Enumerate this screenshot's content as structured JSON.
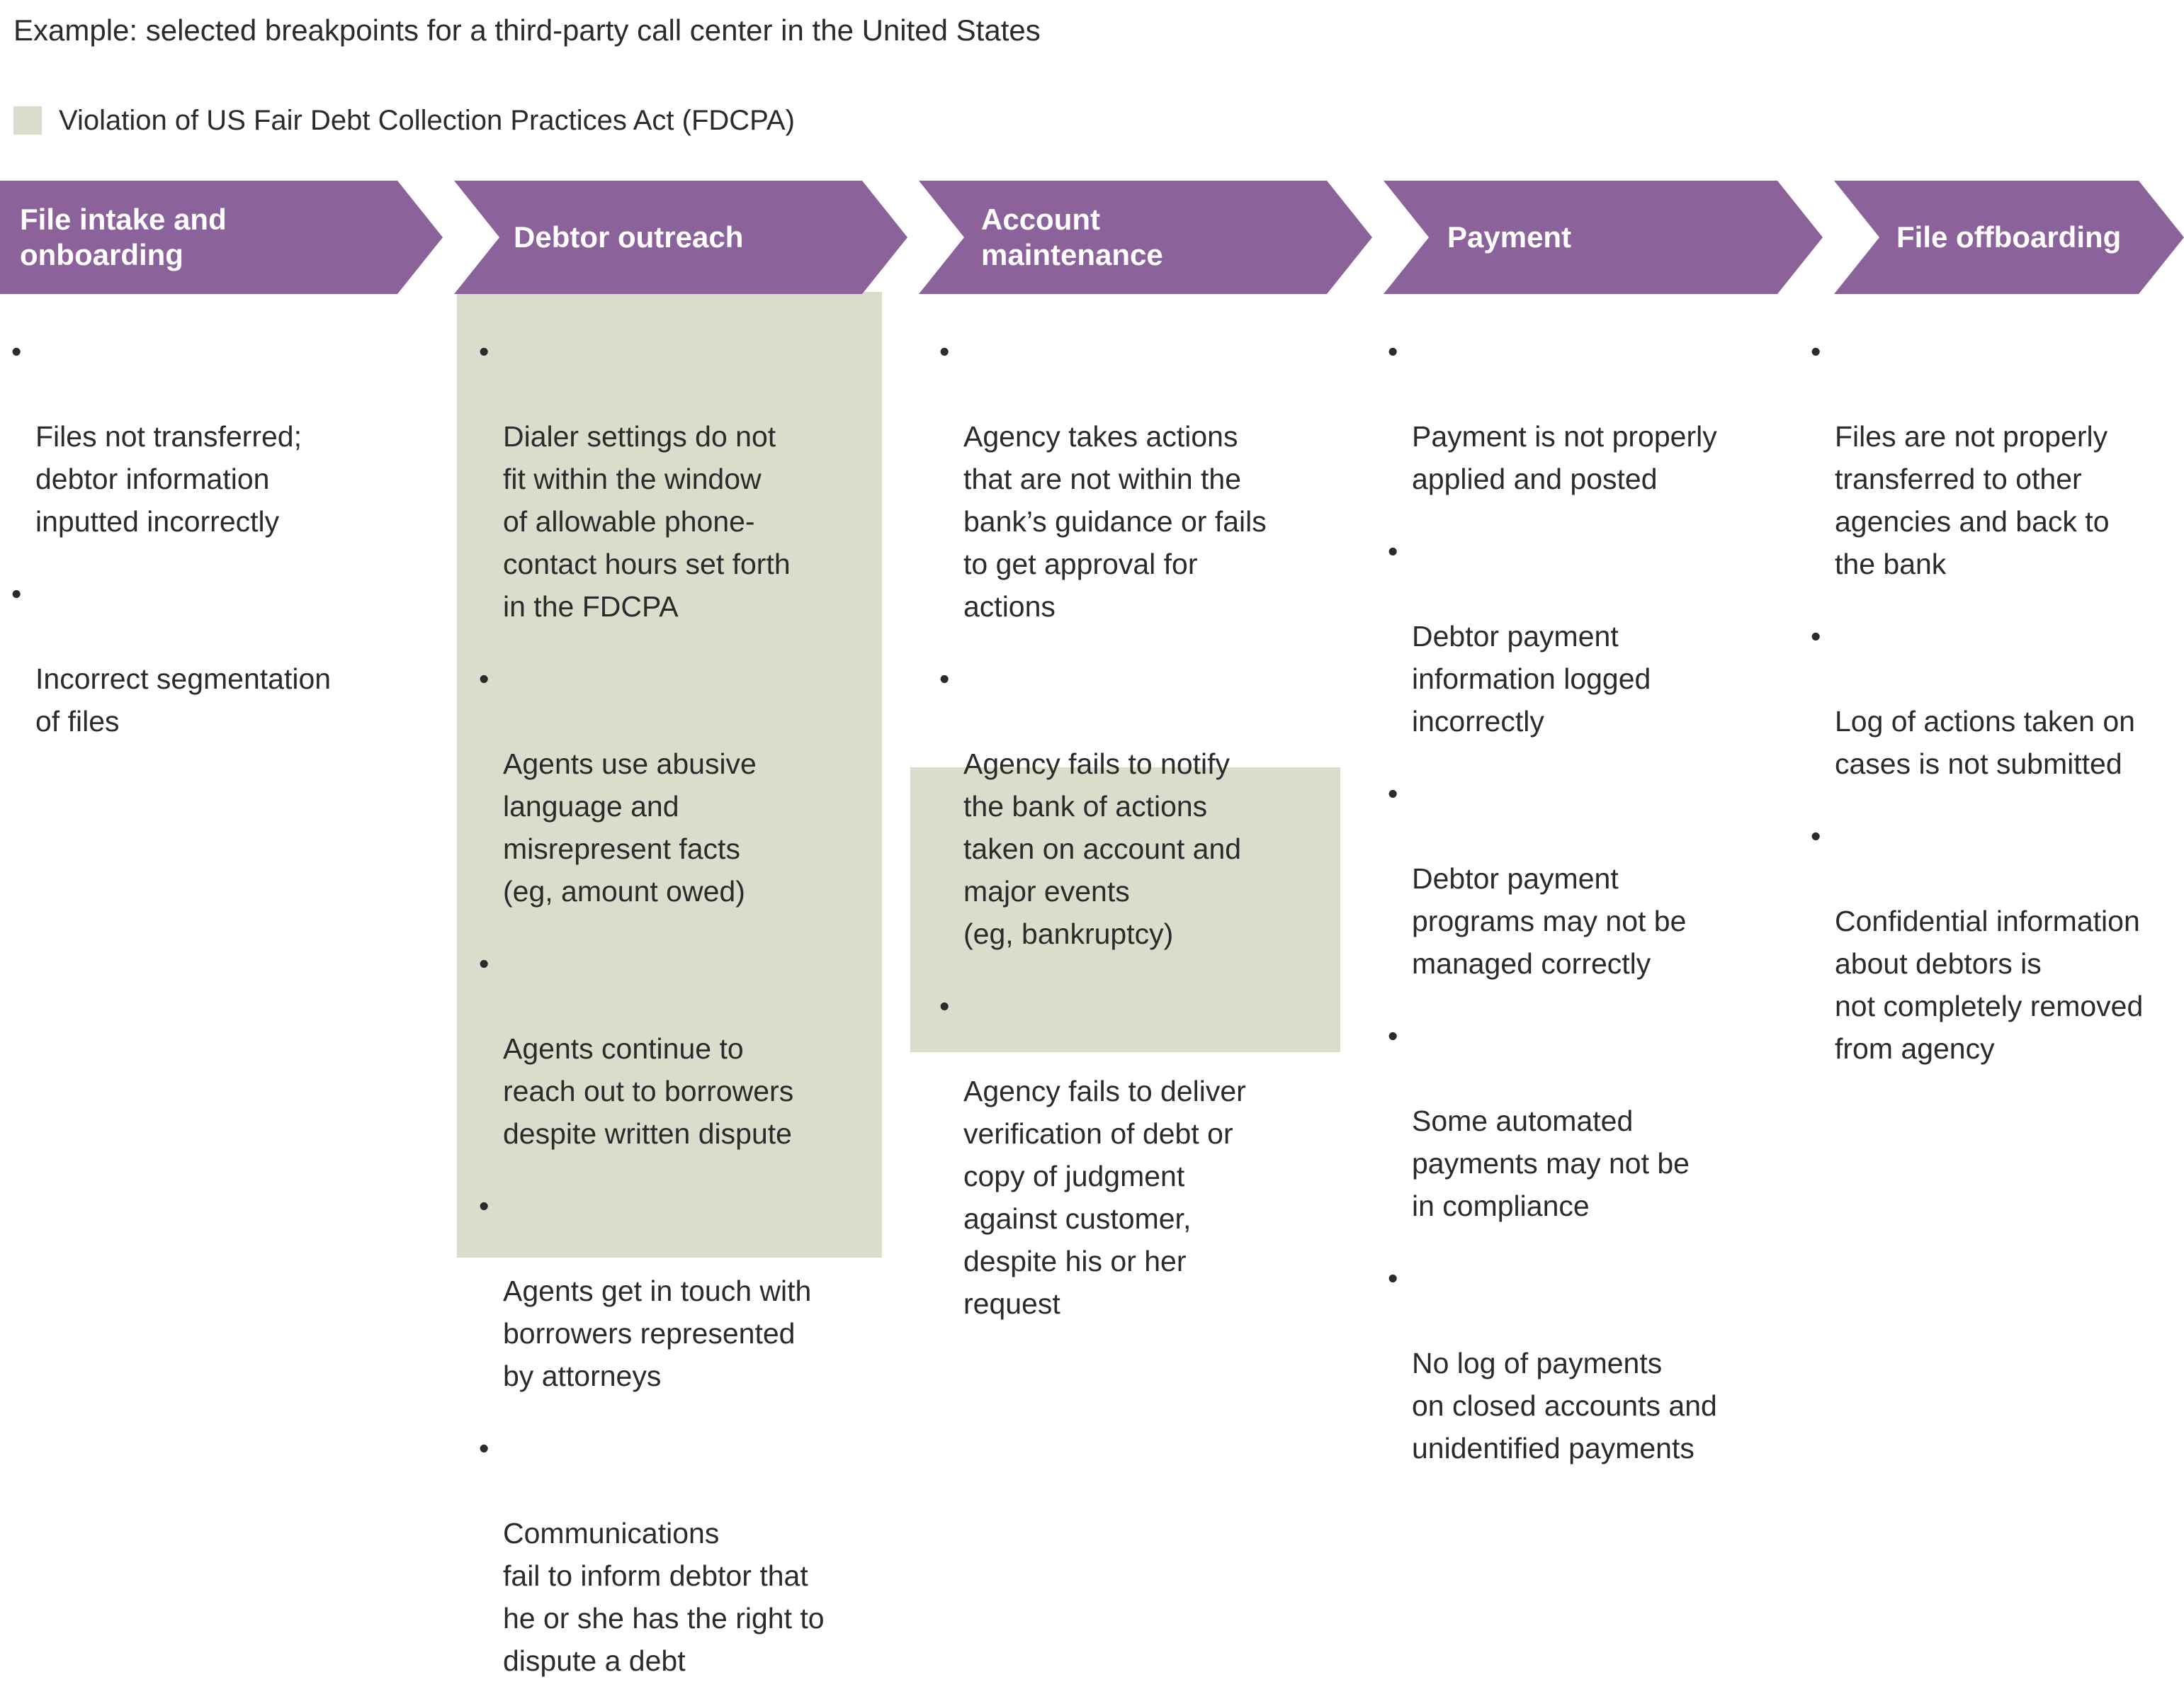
{
  "title": "Example: selected breakpoints for a third-party call center in the United States",
  "legend": {
    "swatch_color": "#dcdccd",
    "label": "Violation of US Fair Debt Collection Practices Act (FDCPA)"
  },
  "colors": {
    "chevron_purple": "#8c629b",
    "highlight": "#dcdccd",
    "text": "#2b2b2b",
    "chevron_label": "#ffffff"
  },
  "bullet_glyph": "•",
  "stages": [
    {
      "label": "File intake and\nonboarding",
      "highlighted": false,
      "bullets": [
        "Files not transferred;\ndebtor information\ninputted incorrectly",
        "Incorrect segmentation\nof files"
      ]
    },
    {
      "label": "Debtor outreach",
      "highlighted": true,
      "bullets": [
        "Dialer settings do not\nfit within the window\nof allowable phone-\ncontact hours set forth\nin the FDCPA",
        "Agents use abusive\nlanguage and\nmisrepresent facts\n(eg, amount owed)",
        "Agents continue to\nreach out to borrowers\ndespite written dispute",
        "Agents get in touch with\nborrowers represented\nby attorneys",
        "Communications\nfail to inform debtor that\nhe or she has the right to\ndispute a debt"
      ]
    },
    {
      "label": "Account\nmaintenance",
      "highlighted": "partial",
      "bullets": [
        "Agency takes actions\nthat are not within the\nbank’s guidance or fails\nto get approval for\nactions",
        "Agency fails to notify\nthe bank of actions\ntaken on account and\nmajor events\n(eg, bankruptcy)",
        "Agency fails to deliver\nverification of debt or\ncopy of judgment\nagainst customer,\ndespite his or her\nrequest"
      ]
    },
    {
      "label": "Payment",
      "highlighted": false,
      "bullets": [
        "Payment is not properly\napplied and posted",
        "Debtor payment\ninformation logged\nincorrectly",
        "Debtor payment\nprograms may not be\nmanaged correctly",
        "Some automated\npayments may not be\nin compliance",
        "No log of payments\non closed accounts and\nunidentified payments"
      ]
    },
    {
      "label": "File offboarding",
      "highlighted": false,
      "bullets": [
        "Files are not properly\ntransferred to other\nagencies and back to\nthe bank",
        "Log of actions taken on\ncases is not submitted",
        "Confidential information\nabout debtors is\nnot completely removed\nfrom agency"
      ]
    }
  ]
}
